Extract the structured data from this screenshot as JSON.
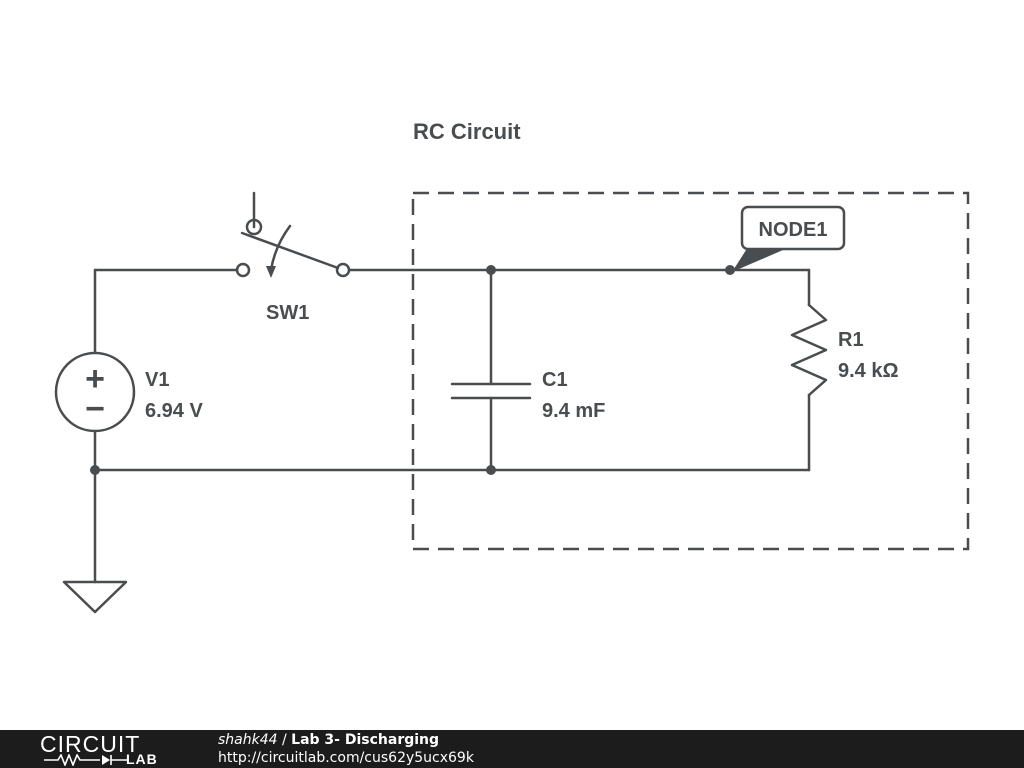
{
  "diagram": {
    "title": "RC Circuit",
    "components": {
      "switch": {
        "name": "SW1"
      },
      "source": {
        "name": "V1",
        "value": "6.94 V",
        "plus": "+",
        "minus": "−"
      },
      "capacitor": {
        "name": "C1",
        "value": "9.4 mF"
      },
      "resistor": {
        "name": "R1",
        "value": "9.4 kΩ"
      },
      "node": {
        "name": "NODE1"
      }
    }
  },
  "footer": {
    "logo_top": "CIRCUIT",
    "logo_bottom": "LAB",
    "user": "shahk44",
    "separator": " / ",
    "circuit_title": "Lab 3- Discharging",
    "url": "http://circuitlab.com/cus62y5ucx69k"
  },
  "colors": {
    "schematic": "#4a4d50",
    "footer_bg": "#1c1c1c"
  }
}
